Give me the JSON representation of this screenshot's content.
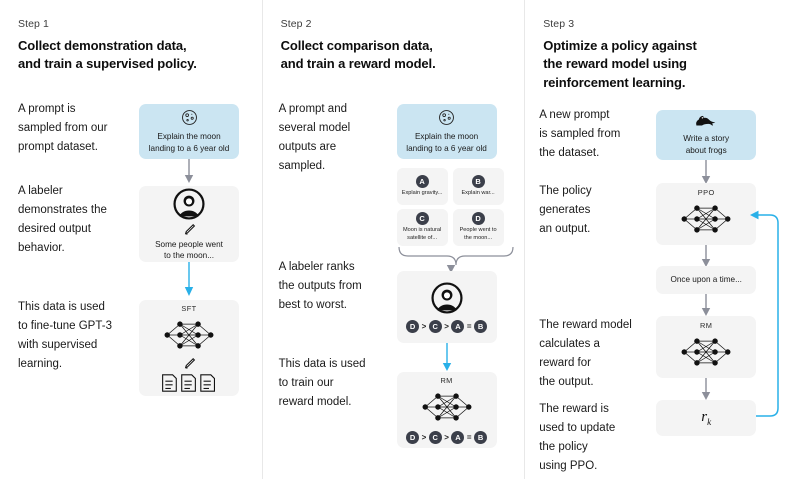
{
  "palette": {
    "blue_node": "#cbe5f2",
    "grey_node": "#f4f4f4",
    "arrow_grey": "#8c8f9a",
    "arrow_blue": "#29b0e8",
    "badge_dark": "#3b3f4a",
    "text": "#111111",
    "divider": "#e8e8e8"
  },
  "steps": [
    {
      "label": "Step 1",
      "title": "Collect demonstration data,\nand train a supervised policy.",
      "prose": [
        "A prompt is\nsampled from our\nprompt dataset.",
        "A labeler\ndemonstrates the\ndesired output\nbehavior.",
        "This data is used\nto fine-tune GPT-3\nwith supervised\nlearning."
      ],
      "nodes": [
        {
          "name": "prompt-node",
          "icon": "moon-icon",
          "caption": "Explain the moon\nlanding to a 6 year old"
        },
        {
          "name": "labeler-node",
          "icon": "labeler-icon",
          "caption": "Some people went\nto the moon..."
        },
        {
          "name": "sft-model-node",
          "tag": "SFT",
          "icon": "neural-net-icon"
        }
      ]
    },
    {
      "label": "Step 2",
      "title": "Collect comparison data,\nand train a reward model.",
      "prose": [
        "A prompt and\nseveral model\noutputs are\nsampled.",
        "A labeler ranks\nthe outputs from\nbest to worst.",
        "This data is used\nto train our\nreward model."
      ],
      "nodes": [
        {
          "name": "prompt-node",
          "icon": "moon-icon",
          "caption": "Explain the moon\nlanding to a 6 year old"
        },
        {
          "name": "ranking-node",
          "icon": "labeler-icon"
        },
        {
          "name": "rm-model-node",
          "tag": "RM",
          "icon": "neural-net-icon"
        }
      ],
      "outputs": [
        {
          "badge": "A",
          "text": "Explain gravity..."
        },
        {
          "badge": "B",
          "text": "Explain war..."
        },
        {
          "badge": "C",
          "text": "Moon is natural\nsatellite of..."
        },
        {
          "badge": "D",
          "text": "People went to\nthe moon..."
        }
      ],
      "ranking": [
        "D",
        ">",
        "C",
        ">",
        "A",
        "=",
        "B"
      ]
    },
    {
      "label": "Step 3",
      "title": "Optimize a policy against\nthe reward model using\nreinforcement learning.",
      "prose": [
        "A new prompt\nis sampled from\nthe dataset.",
        "The policy\ngenerates\nan output.",
        "The reward model\ncalculates a\nreward for\nthe output.",
        "The reward is\nused to update\nthe policy\nusing PPO."
      ],
      "nodes": [
        {
          "name": "new-prompt-node",
          "icon": "frog-icon",
          "caption": "Write a story\nabout frogs"
        },
        {
          "name": "ppo-model-node",
          "tag": "PPO",
          "icon": "neural-net-icon"
        },
        {
          "name": "output-node",
          "caption": "Once upon a time..."
        },
        {
          "name": "rm-model-node",
          "tag": "RM",
          "icon": "neural-net-icon"
        },
        {
          "name": "reward-node",
          "formula": "r",
          "subscript": "k"
        }
      ]
    }
  ]
}
